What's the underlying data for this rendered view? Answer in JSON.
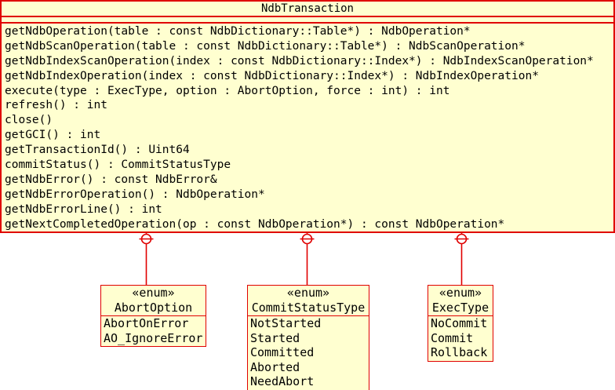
{
  "colors": {
    "fill": "#ffffd0",
    "border": "#e00000",
    "text": "#000000"
  },
  "class_box": {
    "name": "NdbTransaction",
    "operations": [
      "getNdbOperation(table : const NdbDictionary::Table*) : NdbOperation*",
      "getNdbScanOperation(table : const NdbDictionary::Table*) : NdbScanOperation*",
      "getNdbIndexScanOperation(index : const NdbDictionary::Index*) : NdbIndexScanOperation*",
      "getNdbIndexOperation(index : const NdbDictionary::Index*) : NdbIndexOperation*",
      "execute(type : ExecType, option : AbortOption, force : int) : int",
      "refresh() : int",
      "close()",
      "getGCI() : int",
      "getTransactionId() : Uint64",
      "commitStatus() : CommitStatusType",
      "getNdbError() : const NdbError&",
      "getNdbErrorOperation() : NdbOperation*",
      "getNdbErrorLine() : int",
      "getNextCompletedOperation(op : const NdbOperation*) : const NdbOperation*"
    ]
  },
  "enums": [
    {
      "stereotype": "«enum»",
      "name": "AbortOption",
      "values": [
        "AbortOnError",
        "AO_IgnoreError"
      ]
    },
    {
      "stereotype": "«enum»",
      "name": "CommitStatusType",
      "values": [
        "NotStarted",
        "Started",
        "Committed",
        "Aborted",
        "NeedAbort"
      ]
    },
    {
      "stereotype": "«enum»",
      "name": "ExecType",
      "values": [
        "NoCommit",
        "Commit",
        "Rollback"
      ]
    }
  ]
}
